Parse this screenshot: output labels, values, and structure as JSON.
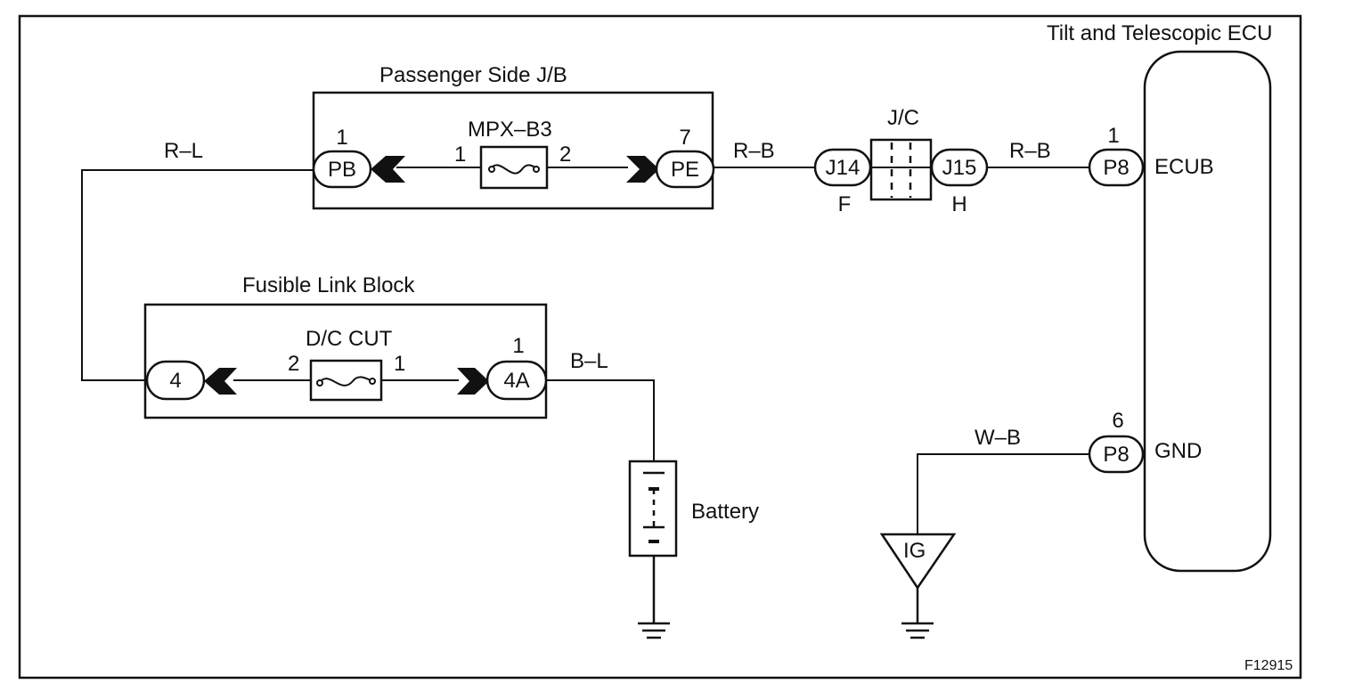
{
  "ecu": {
    "title": "Tilt and Telescopic ECU",
    "pin_ecub": "ECUB",
    "pin_gnd": "GND",
    "pin_ecub_no": "1",
    "pin_gnd_no": "6",
    "connector_top": "P8",
    "connector_bottom": "P8"
  },
  "jb": {
    "title": "Passenger Side J/B",
    "fuse": "MPX–B3",
    "left_connector": "PB",
    "left_pin": "1",
    "right_connector": "PE",
    "right_pin": "7",
    "fuse_pin_left": "1",
    "fuse_pin_right": "2"
  },
  "jc": {
    "title": "J/C",
    "left_connector": "J14",
    "right_connector": "J15",
    "left_sub": "F",
    "right_sub": "H"
  },
  "flb": {
    "title": "Fusible Link Block",
    "fuse": "D/C CUT",
    "left_connector": "4",
    "right_connector": "4A",
    "right_pin": "1",
    "fuse_pin_left": "2",
    "fuse_pin_right": "1"
  },
  "wires": {
    "rl": "R–L",
    "rb1": "R–B",
    "rb2": "R–B",
    "bl": "B–L",
    "wb": "W–B"
  },
  "battery": {
    "label": "Battery"
  },
  "ground": {
    "ig": "IG"
  },
  "figure_id": "F12915"
}
